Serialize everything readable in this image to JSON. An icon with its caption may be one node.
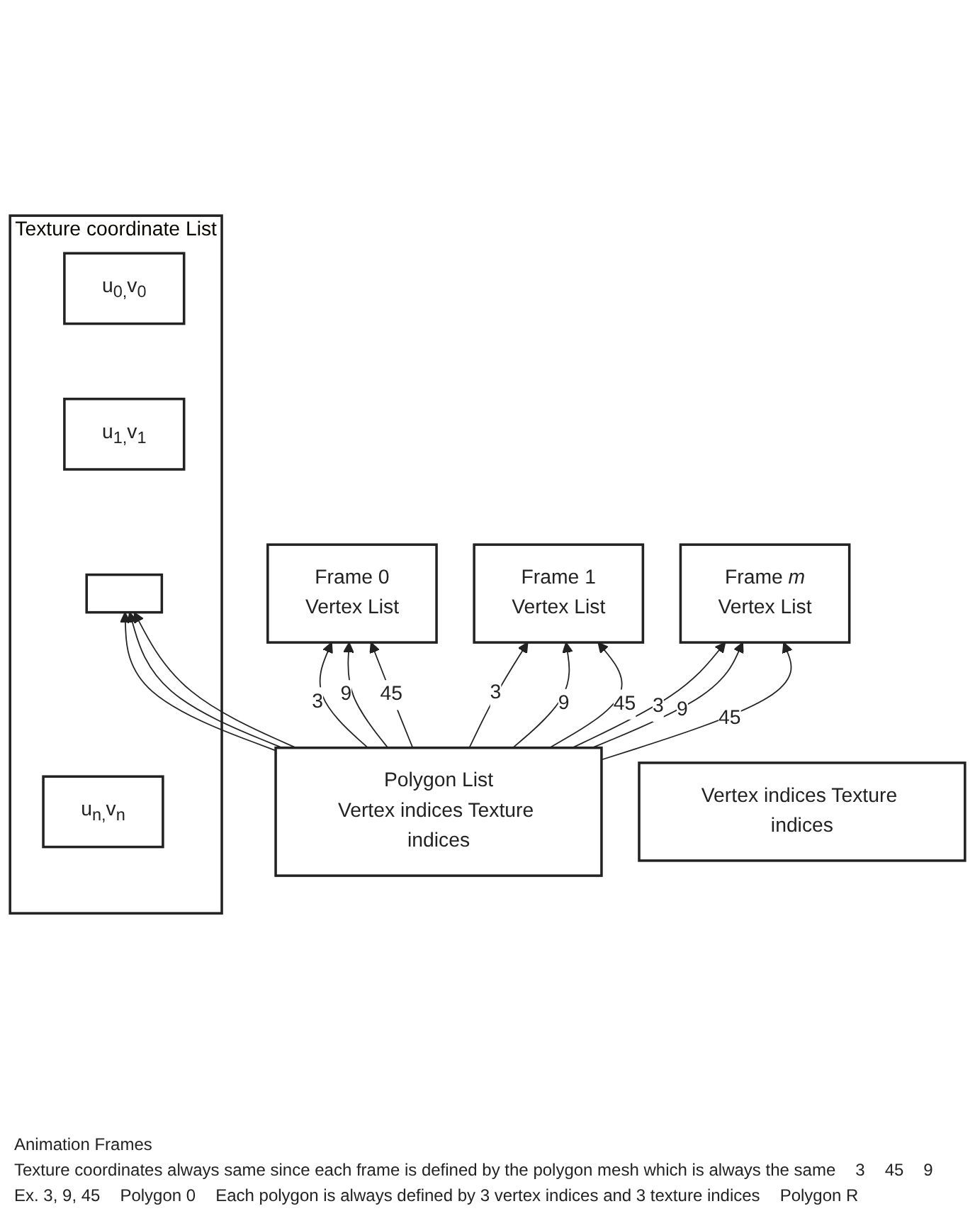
{
  "diagram": {
    "nodes": [
      {
        "text": [
          "Frame 0",
          "Vertex List"
        ]
      },
      {
        "text": [
          "Frame 1",
          "Vertex List"
        ]
      },
      {
        "text": [
          "Frame *m*",
          "Vertex List"
        ]
      },
      {
        "text": [
          "Texture coordinate List"
        ]
      },
      {
        "text": [
          "u$_{0,}$v$_{0}$"
        ],
        "in": 3
      },
      {
        "text": [
          "u$_{1,}$v$_{1}$"
        ],
        "in": 3
      },
      {
        "text": [],
        "shape": "box",
        "in": 3
      },
      {
        "text": [
          "u$_{n,}$v$_{n}$"
        ],
        "in": 3
      },
      {
        "text": [
          "Polygon List",
          "Vertex indices Texture indices"
        ]
      },
      {
        "text": [
          "Vertex indices Texture indices"
        ]
      }
    ],
    "edges": [
      {
        "from": 8,
        "to": 0,
        "arrow": "to",
        "label": "3"
      },
      {
        "from": 8,
        "to": 0,
        "arrow": "to",
        "label": "9"
      },
      {
        "from": 8,
        "to": 0,
        "arrow": "to",
        "label": "45"
      },
      {
        "from": 8,
        "to": 1,
        "arrow": "to",
        "label": "3"
      },
      {
        "from": 8,
        "to": 1,
        "arrow": "to",
        "label": "9"
      },
      {
        "from": 8,
        "to": 1,
        "arrow": "to",
        "label": "45"
      },
      {
        "from": 8,
        "to": 2,
        "arrow": "to",
        "label": "3"
      },
      {
        "from": 8,
        "to": 2,
        "arrow": "to",
        "label": "9"
      },
      {
        "from": 8,
        "to": 2,
        "arrow": "to",
        "label": "45"
      },
      {
        "from": 8,
        "to": 6,
        "arrow": "to"
      },
      {
        "from": 8,
        "to": 6,
        "arrow": "to"
      },
      {
        "from": 8,
        "to": 6,
        "arrow": "to"
      }
    ],
    "labels": [
      "Animation Frames",
      "Texture coordinates always same since each frame is defined by the polygon mesh which is always the same",
      "3",
      "45",
      "9",
      "Ex. 3, 9, 45",
      "Polygon 0",
      "Each polygon is always defined by 3 vertex indices and 3 texture indices",
      "Polygon R"
    ]
  }
}
